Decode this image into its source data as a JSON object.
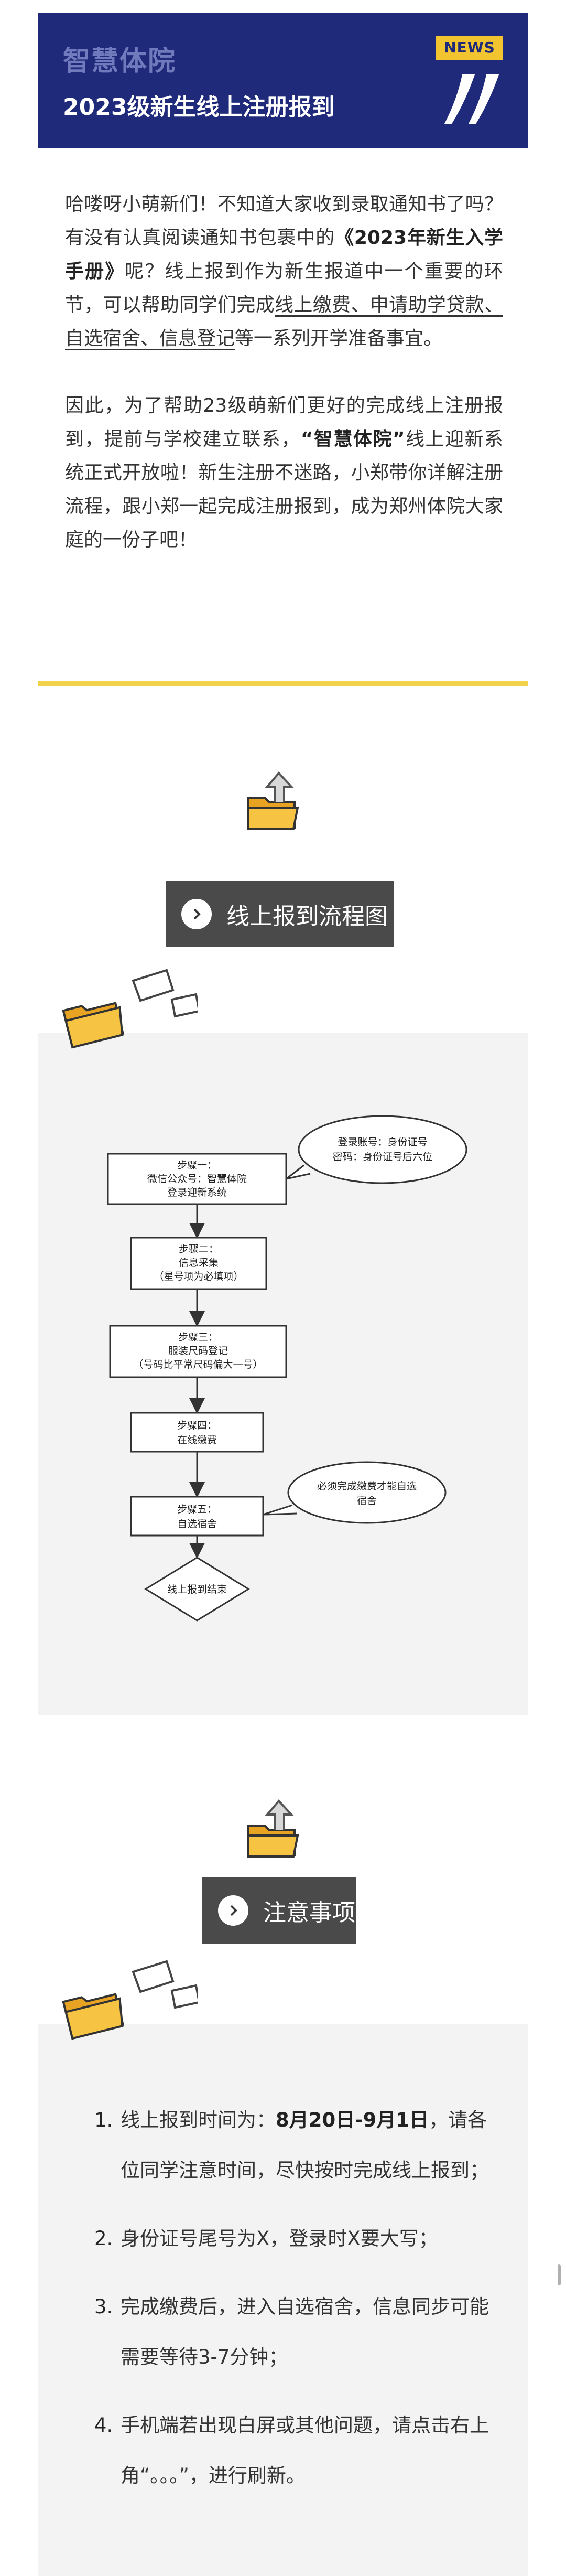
{
  "header": {
    "subtitle": "智慧体院",
    "title": "2023级新生线上注册报到",
    "badge": "NEWS"
  },
  "intro": {
    "p1_parts": [
      "哈喽呀小萌新们！不知道大家收到录取通知书了吗？有没有认真阅读通知书包裹中的",
      "《2023年新生入学手册》",
      "呢？线上报到作为新生报道中一个重要的环节，可以帮助同学们完成",
      "线上缴费、申请助学贷款、自选宿舍、信息登记",
      "等一系列开学准备事宜。"
    ],
    "p2_parts": [
      "因此，为了帮助23级萌新们更好的完成线上注册报到，提前与学校建立联系，",
      "“智慧体院”",
      "线上迎新系统正式开放啦！新生注册不迷路，小郑带你详解注册流程，跟小郑一起完成注册报到，成为郑州体院大家庭的一份子吧！"
    ]
  },
  "sections": {
    "flow_heading": "线上报到流程图",
    "notes_heading": "注意事项"
  },
  "flowchart": {
    "step1_l1": "步骤一：",
    "step1_l2": "微信公众号：智慧体院",
    "step1_l3": "登录迎新系统",
    "login_l1": "登录账号：身份证号",
    "login_l2": "密码：身份证号后六位",
    "step2_l1": "步骤二：",
    "step2_l2": "信息采集",
    "step2_l3": "（星号项为必填项）",
    "step3_l1": "步骤三：",
    "step3_l2": "服装尺码登记",
    "step3_l3": "（号码比平常尺码偏大一号）",
    "step4_l1": "步骤四：",
    "step4_l2": "在线缴费",
    "step5_l1": "步骤五：",
    "step5_l2": "自选宿舍",
    "note_l1": "必须完成缴费才能自选",
    "note_l2": "宿舍",
    "end": "线上报到结束"
  },
  "notes": [
    {
      "num": "1.",
      "pre": "线上报到时间为：",
      "bold": "8月20日-9月1日",
      "post": "，请各位同学注意时间，尽快按时完成线上报到；"
    },
    {
      "num": "2.",
      "pre": "身份证号尾号为X，登录时X要大写；",
      "bold": "",
      "post": ""
    },
    {
      "num": "3.",
      "pre": "完成缴费后，进入自选宿舍，信息同步可能需要等待3-7分钟；",
      "bold": "",
      "post": ""
    },
    {
      "num": "4.",
      "pre": "手机端若出现白屏或其他问题，请点击右上角“。。。”，进行刷新。",
      "bold": "",
      "post": ""
    }
  ],
  "colors": {
    "banner": "#1f2a7a",
    "badge": "#f2c530",
    "rule": "#f2d24a",
    "pill": "#4a4a4a",
    "panel": "#f3f3f3"
  }
}
